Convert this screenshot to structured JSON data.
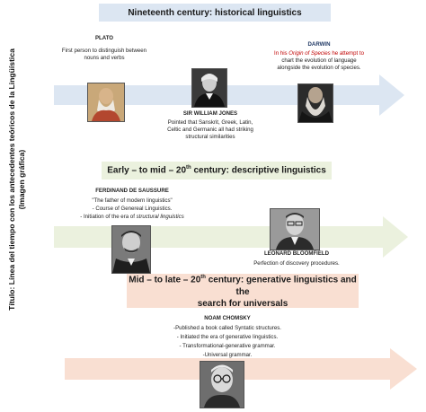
{
  "side_title": {
    "line1": "Título: Línea del tiempo con los antecedentes teóricos de la Lingüística",
    "line2": "(Imagen gráfica)"
  },
  "banners": {
    "nineteenth": "Nineteenth century: historical linguistics",
    "early_mid_prefix": "Early – to mid – 20",
    "early_mid_sup": "th",
    "early_mid_suffix": " century: descriptive linguistics",
    "mid_late_prefix": "Mid – to late – 20",
    "mid_late_sup": "th",
    "mid_late_suffix": " century: generative linguistics and the",
    "mid_late_line2": "search for universals"
  },
  "people": {
    "plato": {
      "name": "PLATO",
      "desc": [
        "First person to distinguish between",
        "nouns and verbs"
      ]
    },
    "jones": {
      "name": "SIR WILLIAM JONES",
      "desc": [
        "Pointed that Sanskrit, Greek, Latin,",
        "Celtic and Germanic all had striking",
        "structural similarities"
      ]
    },
    "darwin": {
      "name": "DARWIN",
      "desc_pre": "In his ",
      "desc_italic": "Origin of Species",
      "desc_post": " he attempt to",
      "desc_rest": [
        "chart the evolution of language",
        "alongside the evolution of species."
      ]
    },
    "saussure": {
      "name": "FERDINAND DE SAUSSURE",
      "desc1": "\"The father of modern linguistics\"",
      "desc2": "- Course of Genereal Linguistics.",
      "desc3_pre": "- Initiation of the era of ",
      "desc3_italic": "structural linguistics"
    },
    "bloomfield": {
      "name": "LEONARD BLOOMFIELD",
      "desc": "Perfection of discovery procedures."
    },
    "chomsky": {
      "name": "NOAM CHOMSKY",
      "desc": [
        "-Published a book called Syntatic structures.",
        "- Initiated the era of generative linguistics.",
        "- Transformational-generative grammar.",
        "-Universal grammar."
      ]
    }
  },
  "colors": {
    "blue_band": "#dce6f2",
    "green_band": "#ebf1de",
    "peach_band": "#f9dfd2",
    "darwin_name": "#1f3864",
    "darwin_text": "#c00000"
  }
}
